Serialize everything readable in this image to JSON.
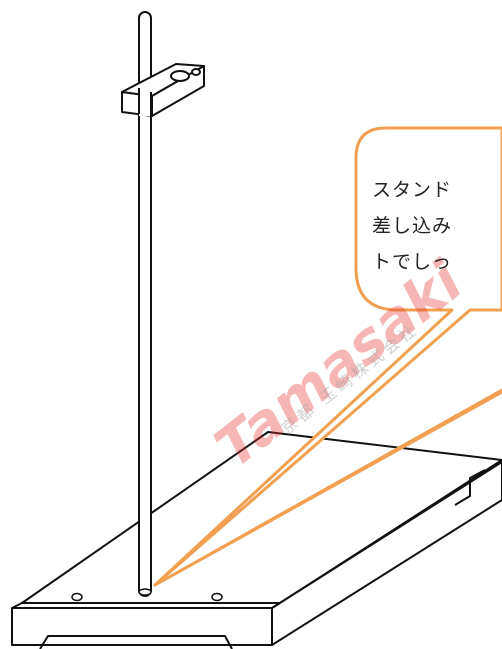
{
  "callout": {
    "lines": [
      "スタンド",
      "差し込み",
      "トでしっ"
    ],
    "border_color": "#F0A050"
  },
  "watermark": {
    "logo_text": "Tamasaki",
    "company": "京都 玉崎株式会社",
    "color": "#E83030"
  },
  "illustration": {
    "stroke_color": "#111111",
    "accent_color": "#F0A050"
  }
}
